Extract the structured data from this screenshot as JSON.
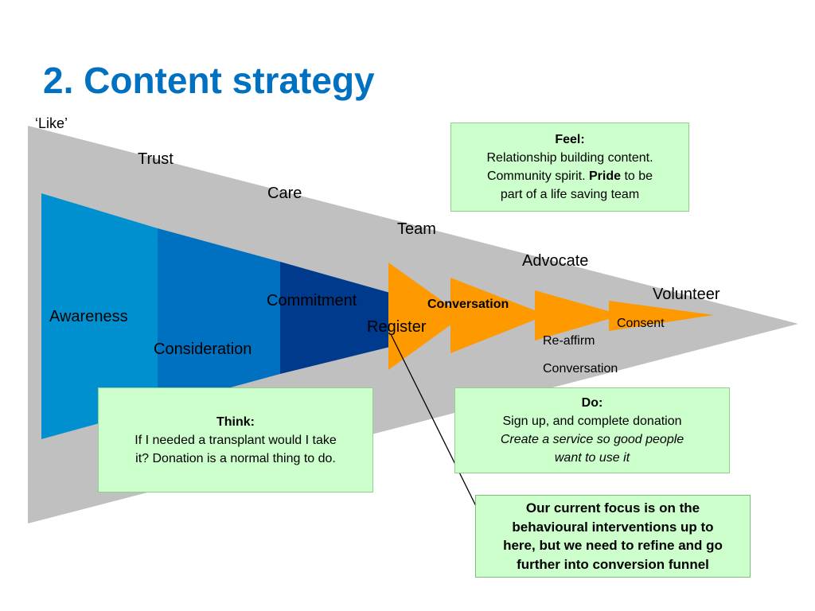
{
  "title": "2. Content strategy",
  "colors": {
    "title": "#0070c0",
    "grey_funnel": "#c0c0c0",
    "awareness": "#0090d0",
    "consideration": "#0070c0",
    "commitment": "#003a8c",
    "arrows": "#ff9900",
    "callout_bg": "#ccffcc"
  },
  "outer_labels": {
    "like": "‘Like’",
    "trust": "Trust",
    "care": "Care",
    "team": "Team",
    "advocate": "Advocate",
    "volunteer": "Volunteer"
  },
  "funnel_stages": {
    "awareness": "Awareness",
    "consideration": "Consideration",
    "commitment": "Commitment"
  },
  "arrow_labels": {
    "register": "Register",
    "conversation": "Conversation",
    "consent": "Consent",
    "reaffirm": "Re-affirm",
    "conversation2": "Conversation"
  },
  "boxes": {
    "feel": {
      "heading": "Feel:",
      "line1": "Relationship building content.",
      "line2_pre": "Community spirit. ",
      "line2_bold": "Pride",
      "line2_post": " to be",
      "line3": "part of a life saving team"
    },
    "think": {
      "heading": "Think:",
      "line1": "If I needed a transplant would I take",
      "line2": "it? Donation is a normal thing to do."
    },
    "do": {
      "heading": "Do:",
      "line1": "Sign up, and complete donation",
      "line2": "Create a service so good people",
      "line3": "want to use it"
    },
    "focus": {
      "line1": "Our current focus is on the",
      "line2": "behavioural interventions up to",
      "line3": "here, but we need to refine and go",
      "line4": "further into conversion funnel"
    }
  }
}
